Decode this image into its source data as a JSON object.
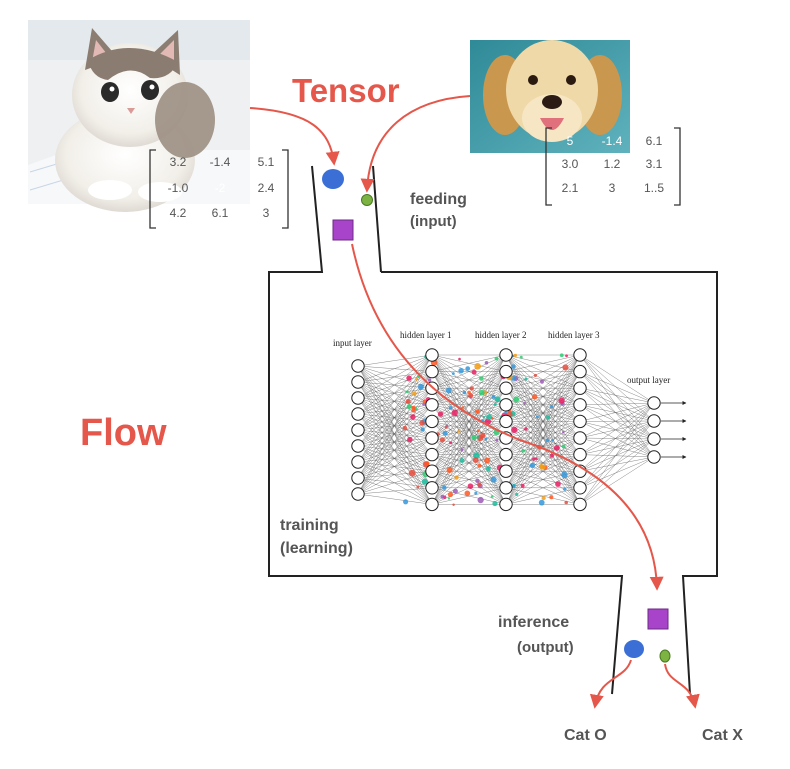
{
  "title_tensor": "Tensor",
  "title_flow": "Flow",
  "feeding": {
    "line1": "feeding",
    "line2": "(input)"
  },
  "training": {
    "line1": "training",
    "line2": "(learning)"
  },
  "inference": {
    "line1": "inference",
    "line2": "(output)"
  },
  "outputs": {
    "cat_o": "Cat O",
    "cat_x": "Cat X"
  },
  "cat_matrix": [
    [
      "3.2",
      "-1.4",
      "5.1"
    ],
    [
      "-1.0",
      "-2",
      "2.4"
    ],
    [
      "4.2",
      "6.1",
      "3"
    ]
  ],
  "dog_matrix": [
    [
      "5",
      "-1.4",
      "6.1"
    ],
    [
      "3.0",
      "1.2",
      "3.1"
    ],
    [
      "2.1",
      "3",
      "1..5"
    ]
  ],
  "nn": {
    "input_layer": "input layer",
    "hidden_layer_1": "hidden layer 1",
    "hidden_layer_2": "hidden layer 2",
    "hidden_layer_3": "hidden layer 3",
    "output_layer": "output layer"
  },
  "colors": {
    "accent_red": "#e5574a",
    "blue_node": "#3b6fd6",
    "green_node": "#7cb342",
    "purple_node": "#a844c9"
  }
}
